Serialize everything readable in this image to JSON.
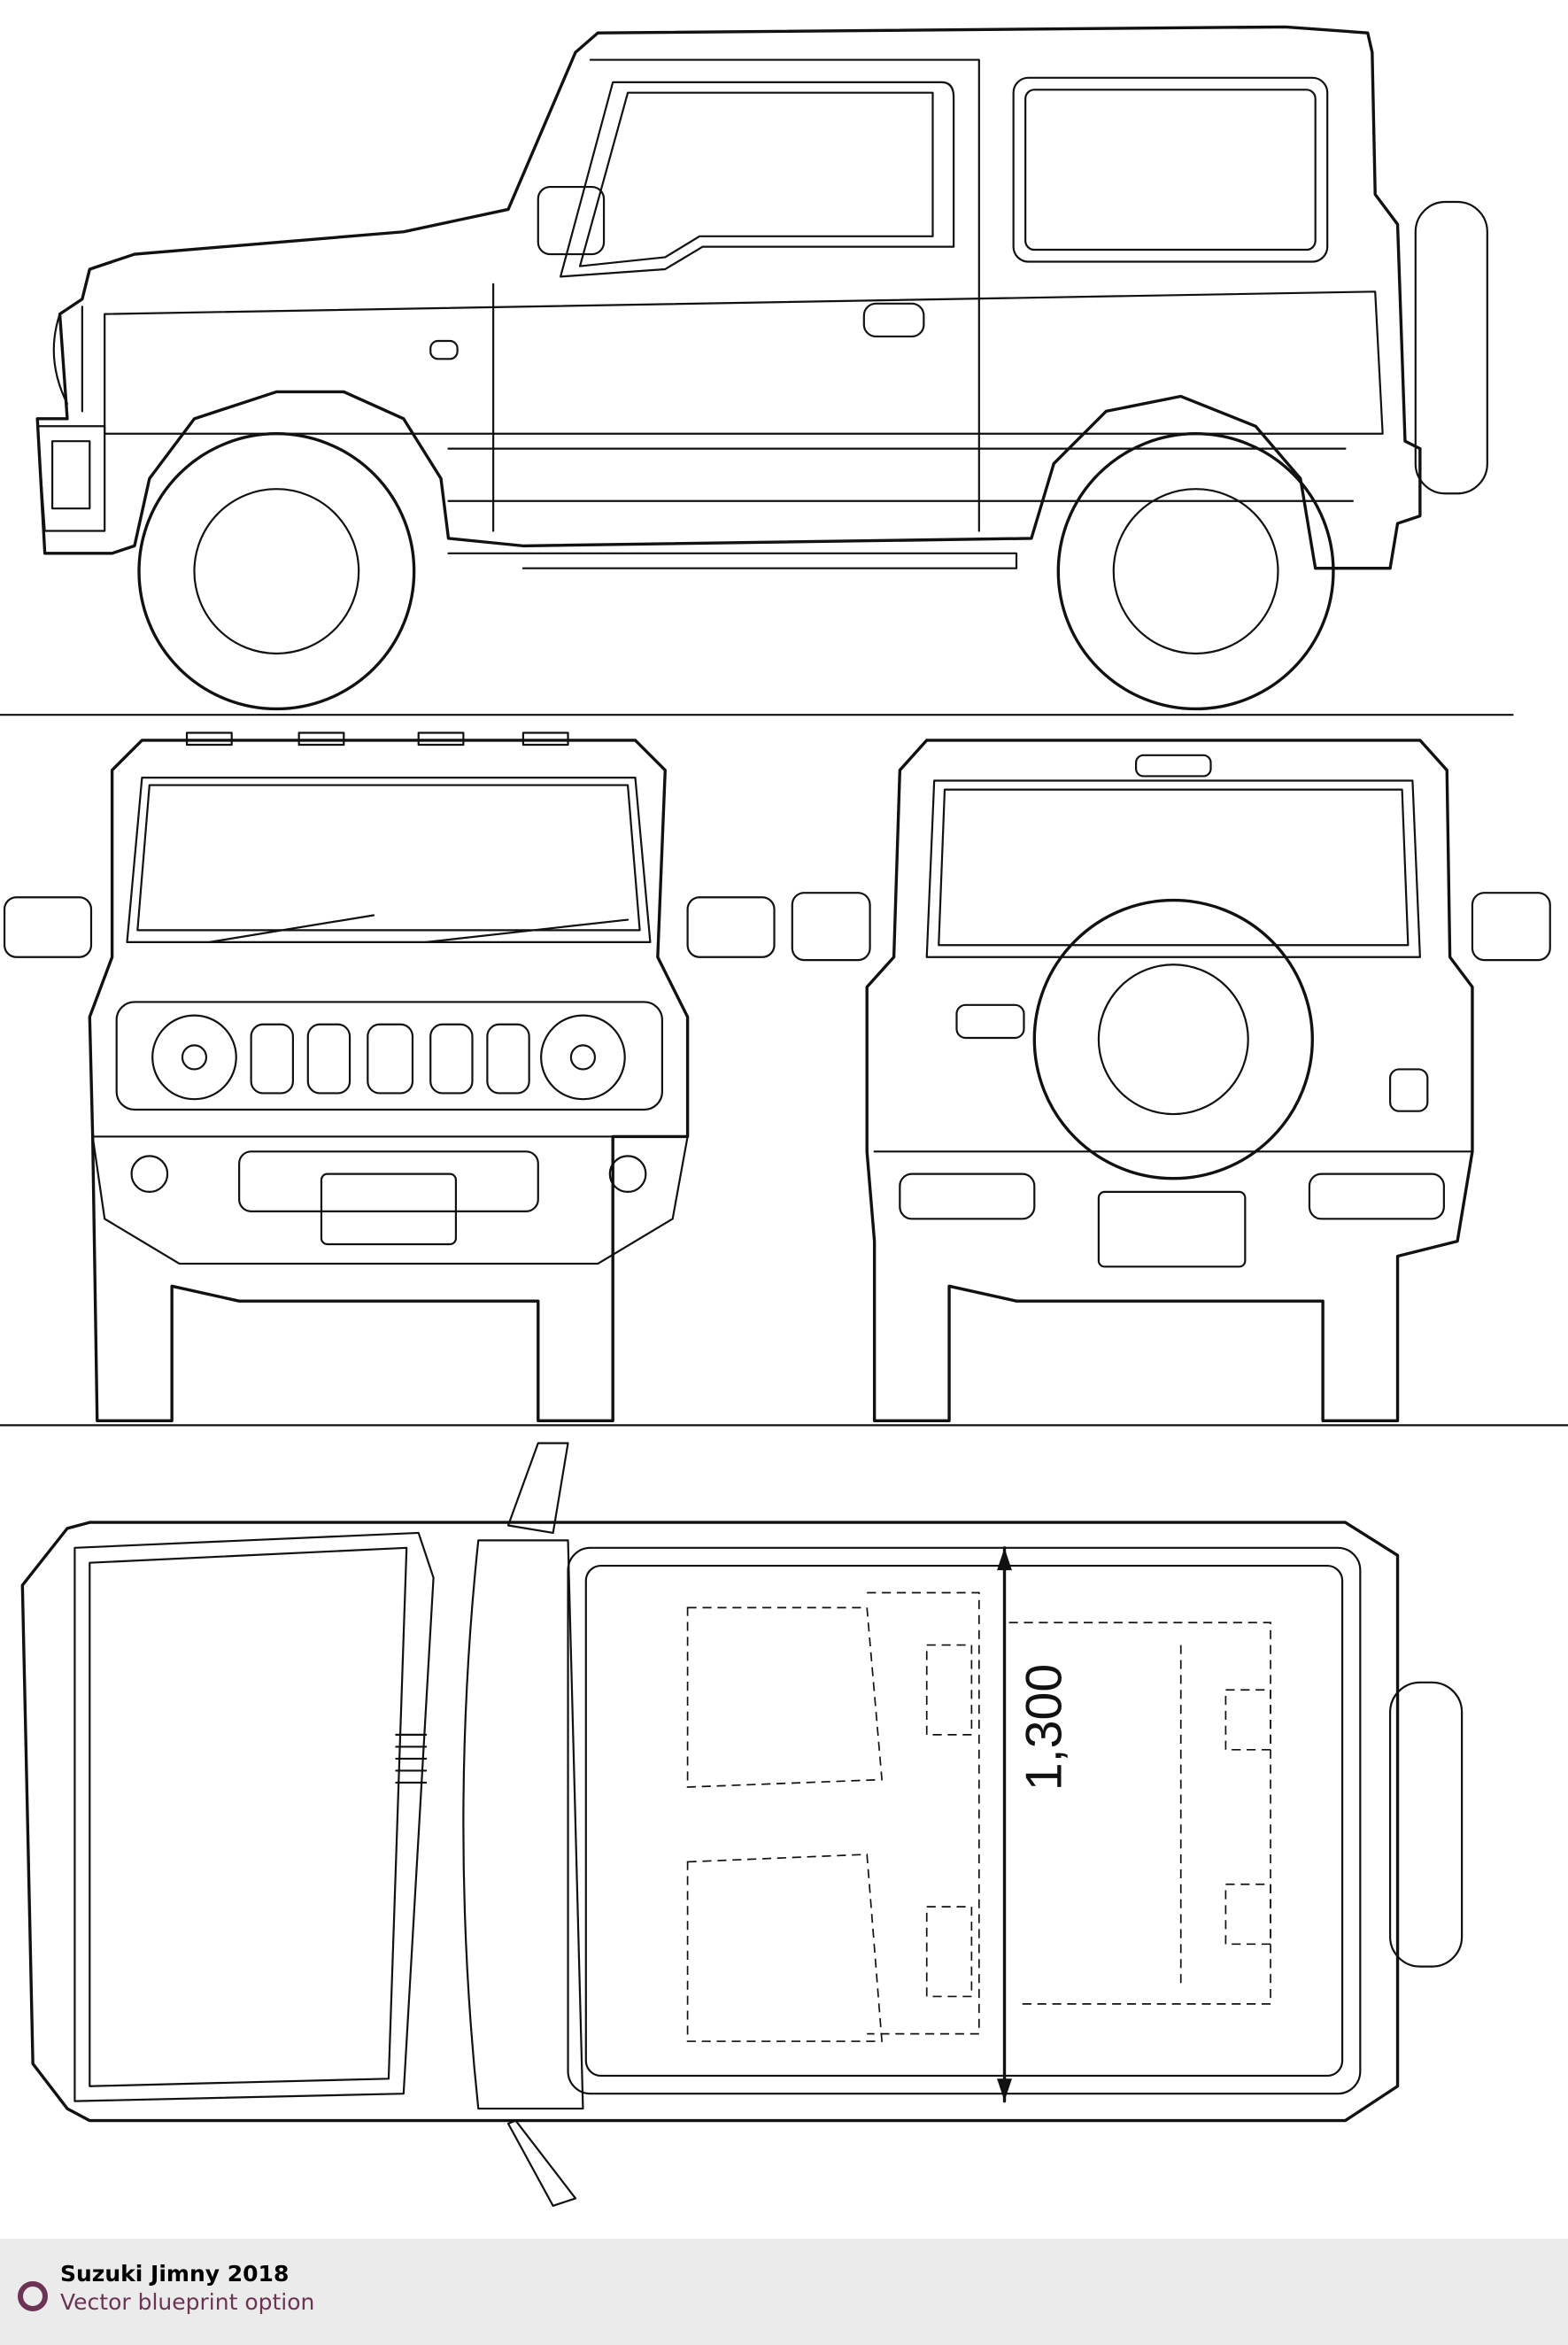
{
  "footer": {
    "title": "Suzuki Jimny 2018",
    "subtitle": "Vector blueprint option",
    "accent_color": "#6b3455",
    "background_color": "#ebebeb"
  },
  "drawing": {
    "dimension_label": "1,300"
  }
}
